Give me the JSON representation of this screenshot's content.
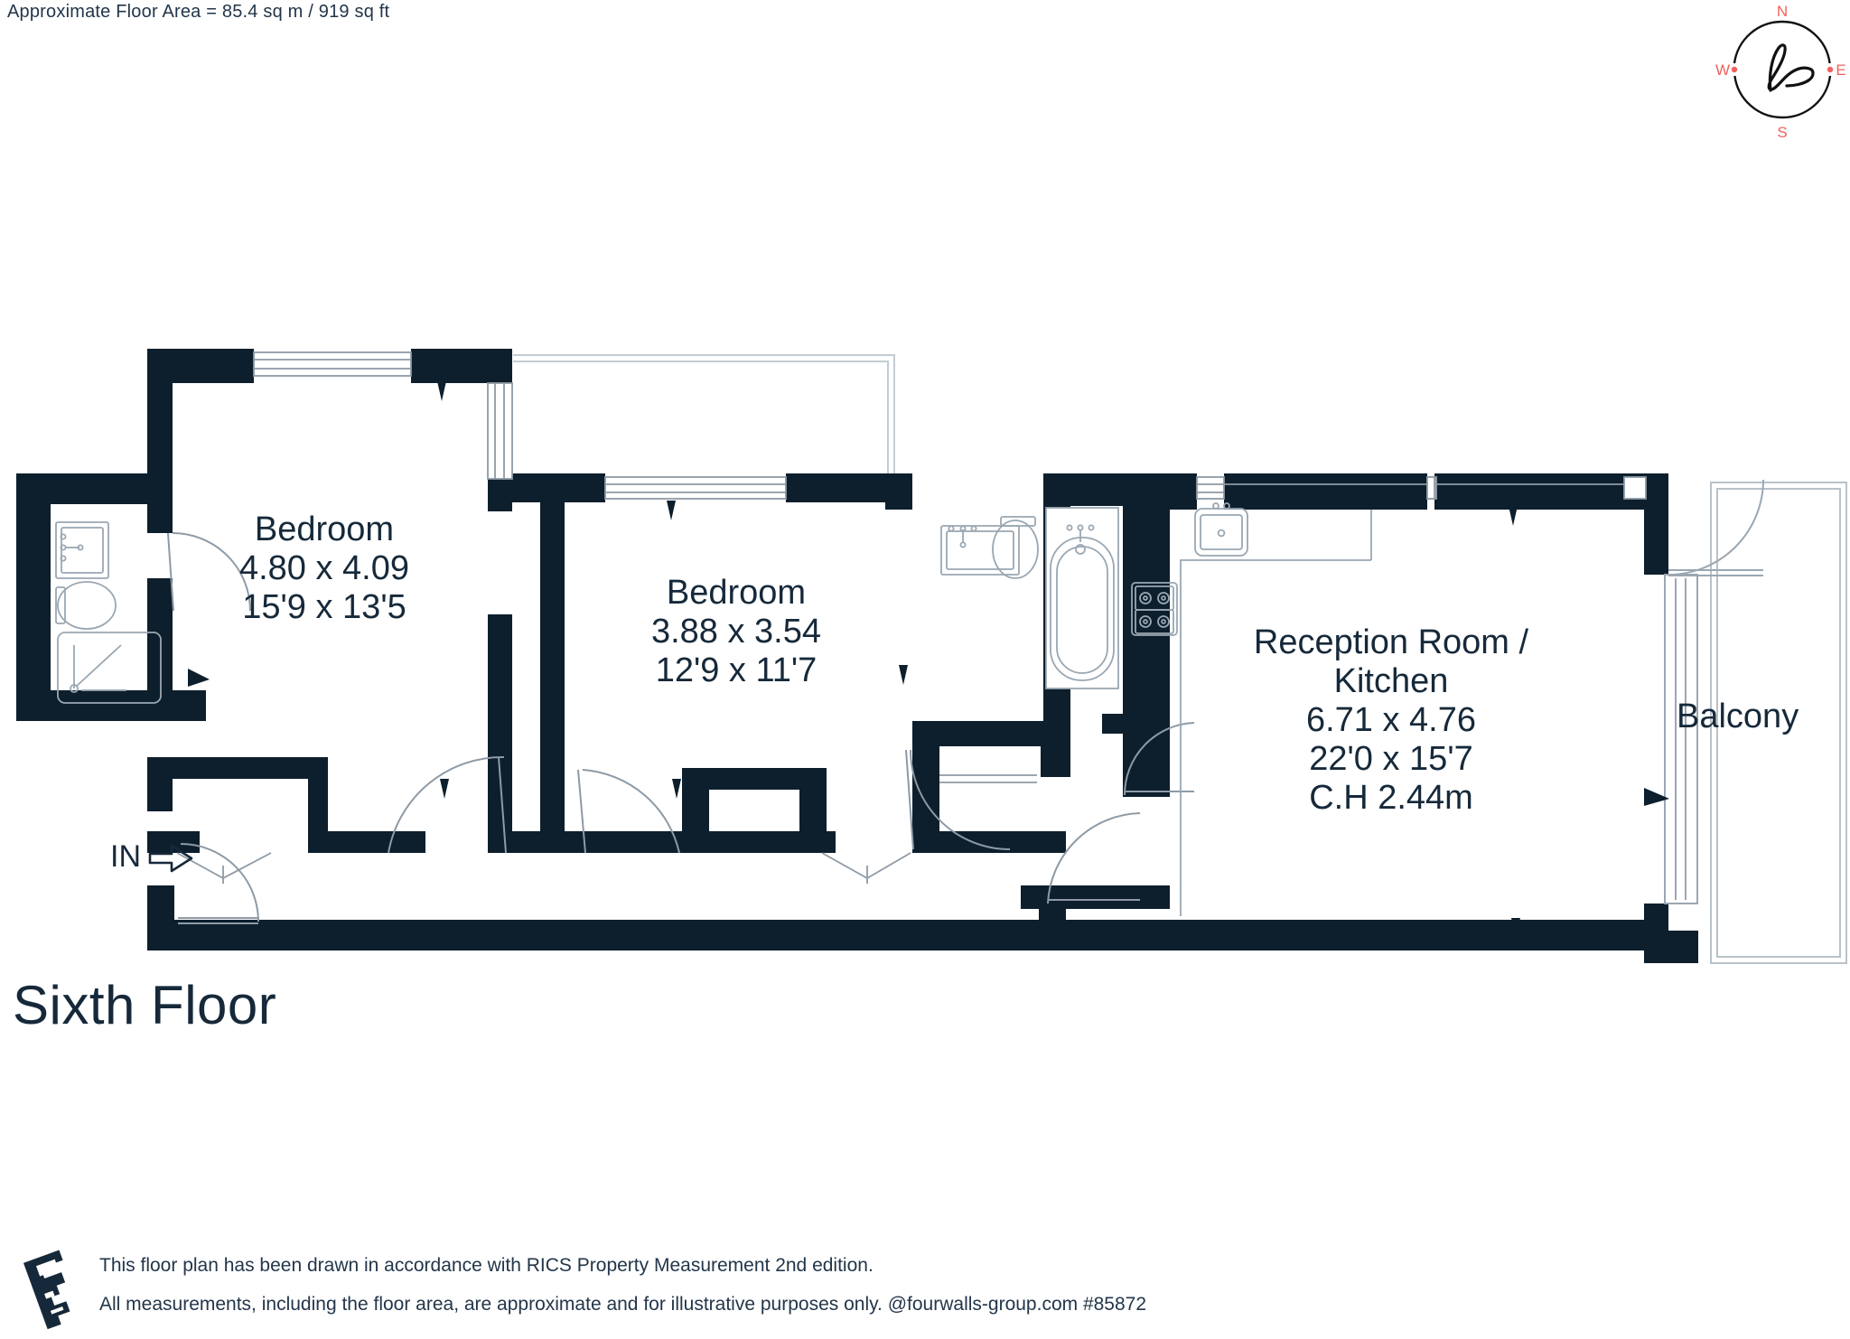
{
  "header": {
    "floor_area_note": "Approximate Floor Area = 85.4 sq m / 919 sq ft"
  },
  "compass": {
    "north_label": "N",
    "east_label": "E",
    "south_label": "S",
    "west_label": "W",
    "monogram": "h",
    "marker_color": "#f2615c",
    "ring_color": "#111111"
  },
  "plan": {
    "wall_color": "#0d1f2d",
    "fixture_line_color": "#9aa7b2",
    "balcony_line_color": "#b9c2c9",
    "floor_title": "Sixth Floor",
    "entrance": {
      "label": "IN",
      "icon": "arrow-right-icon"
    },
    "rooms": [
      {
        "id": "bedroom-1",
        "name": "Bedroom",
        "dim_metric": "4.80 x 4.09",
        "dim_imperial": "15'9 x 13'5"
      },
      {
        "id": "bedroom-2",
        "name": "Bedroom",
        "dim_metric": "3.88 x 3.54",
        "dim_imperial": "12'9 x 11'7"
      },
      {
        "id": "reception-kitchen",
        "name_line_1": "Reception Room /",
        "name_line_2": "Kitchen",
        "dim_metric": "6.71 x 4.76",
        "dim_imperial": "22'0 x 15'7",
        "ceiling_height": "C.H 2.44m"
      },
      {
        "id": "balcony",
        "name": "Balcony"
      }
    ],
    "fixtures": [
      "ensuite-basin",
      "ensuite-toilet",
      "shower-tray",
      "bathroom-basin",
      "bathroom-toilet",
      "bathtub",
      "gas-hob",
      "kitchen-sink"
    ]
  },
  "footer": {
    "line_1": "This floor plan has been drawn in accordance with RICS Property Measurement 2nd edition.",
    "line_2": "All measurements, including the floor area, are approximate and for illustrative purposes only. @fourwalls-group.com #85872",
    "logo": "fourwalls-logo"
  }
}
